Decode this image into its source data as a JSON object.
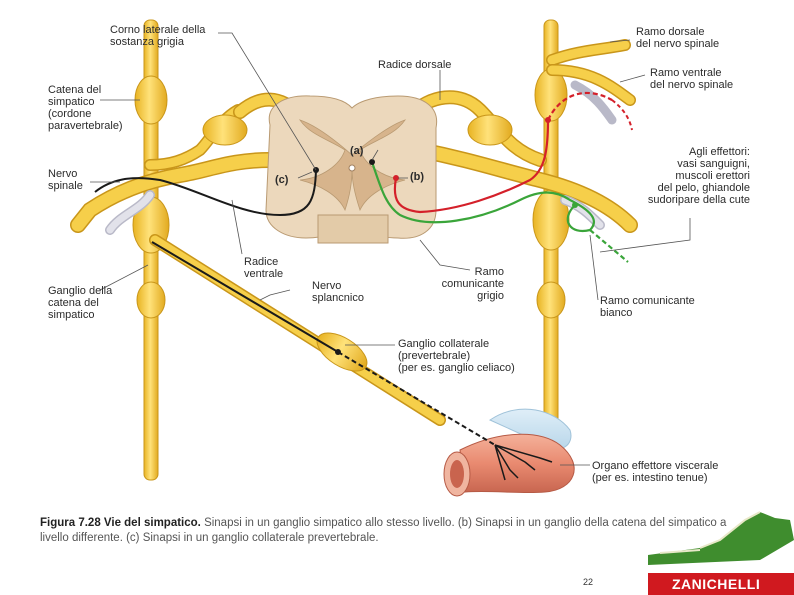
{
  "labels": {
    "corno": "Corno laterale della\nsostanza grigia",
    "radice_dorsale": "Radice dorsale",
    "ramo_dorsale": "Ramo dorsale\ndel nervo spinale",
    "ramo_ventrale": "Ramo ventrale\ndel nervo spinale",
    "catena": "Catena del\nsimpatico\n(cordone\nparavertebrale)",
    "nervo_spinale": "Nervo\nspinale",
    "a": "(a)",
    "b": "(b)",
    "c": "(c)",
    "effettori": "Agli effettori:\nvasi sanguigni,\nmuscoli erettori\ndel pelo, ghiandole\nsudoripare della cute",
    "radice_ventrale": "Radice\nventrale",
    "nervo_splancnico": "Nervo\nsplancnico",
    "ganglio_catena": "Ganglio della\ncatena del\nsimpatico",
    "ramo_grigio": "Ramo\ncomunicante\ngrigio",
    "ramo_bianco": "Ramo comunicante\nbianco",
    "ganglio_collaterale": "Ganglio collaterale\n(prevertebrale)\n(per es. ganglio celiaco)",
    "organo": "Organo effettore viscerale\n(per es. intestino tenue)"
  },
  "caption": {
    "title": "Figura 7.28 Vie del simpatico.",
    "text": "Sinapsi in un ganglio simpatico allo stesso livello. (b) Sinapsi in un ganglio della catena del simpatico a livello differente. (c) Sinapsi in un ganglio collaterale prevertebrale."
  },
  "page_number": "22",
  "logo_text": "ZANICHELLI",
  "colors": {
    "nerve": "#f2c230",
    "nerve_edge": "#c9961a",
    "cord": "#e9d3b4",
    "grey_matter": "#d7b48c",
    "green_path": "#3aa53a",
    "red_path": "#d4202a",
    "black_path": "#1a1a1a",
    "gut": "#e8927a",
    "logo": "#d0191f"
  }
}
